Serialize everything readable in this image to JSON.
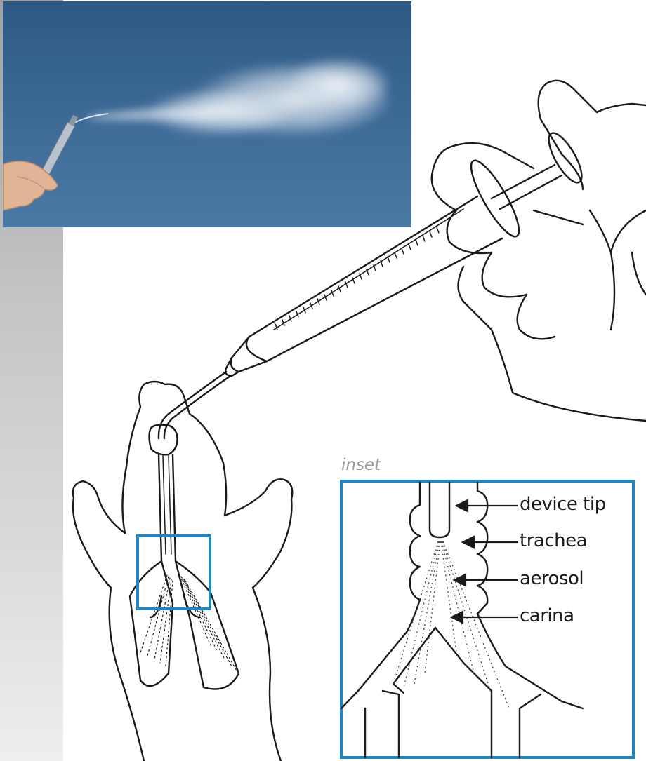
{
  "inset": {
    "label": "inset",
    "callouts": [
      {
        "id": "device-tip",
        "text": "device tip"
      },
      {
        "id": "trachea",
        "text": "trachea"
      },
      {
        "id": "aerosol",
        "text": "aerosol"
      },
      {
        "id": "carina",
        "text": "carina"
      }
    ]
  },
  "colors": {
    "inset_frame": "#1f86c6",
    "photo_background": "#3d6a97",
    "side_panel": "#c4c5c7",
    "line_art": "#1a1a1a"
  }
}
